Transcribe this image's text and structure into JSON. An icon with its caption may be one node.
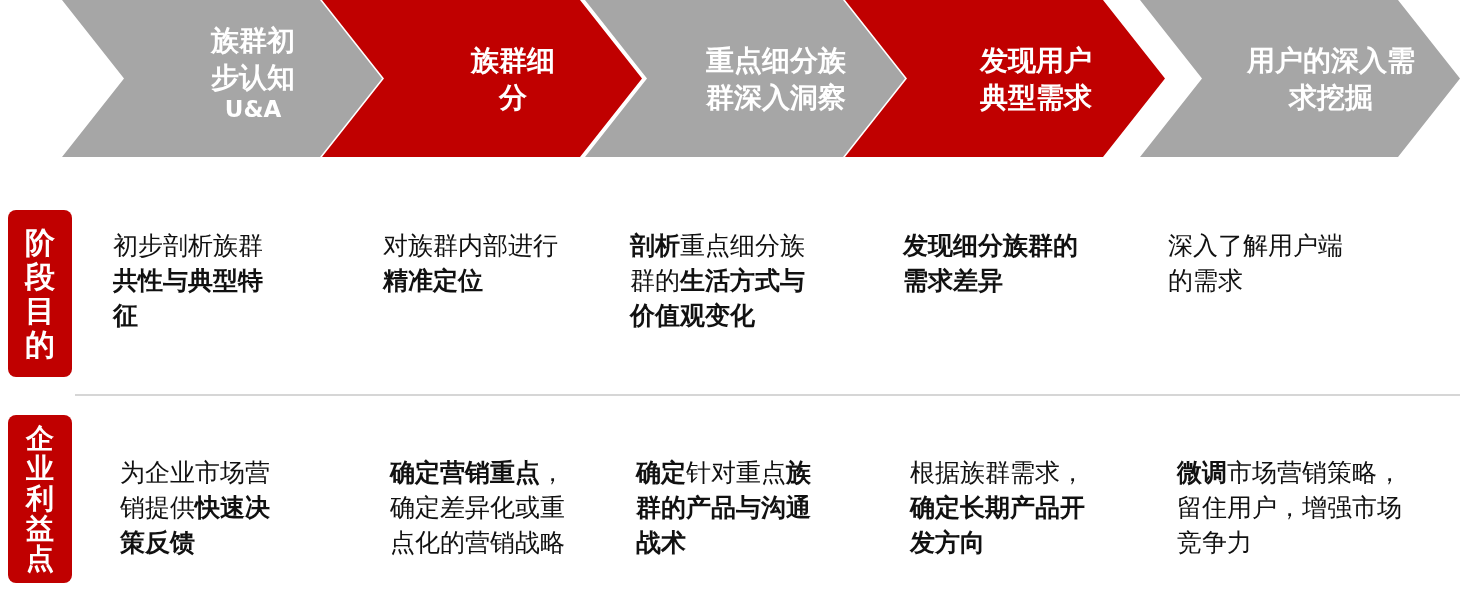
{
  "diagram": {
    "nodes": [
      {
        "text": [
          "族群初步认知",
          "U&A"
        ]
      },
      {
        "text": [
          "族群细分"
        ]
      },
      {
        "text": [
          "重点细分族群深入洞察"
        ]
      },
      {
        "text": [
          "发现用户典型需求"
        ]
      },
      {
        "text": [
          "用户的深入需求挖掘"
        ]
      },
      {
        "text": [
          "阶段目的"
        ]
      },
      {
        "text": [
          "企业利益点"
        ]
      }
    ],
    "edges": [],
    "labels": [
      "初步剖析族群**共性与典型特征**",
      "对族群内部进行**精准定位**",
      "**剖析**重点细分族群的**生活方式与价值观变化**",
      "发现细分族群的需求差异",
      "深入了解用户端的需求",
      "为企业市场营销提供**快速决策反馈**",
      "**确定营销重点**，确定差异化或重点化的营销战略",
      "**确定**针对重点**族群的产品与沟通战术**",
      "根据族群需求，**确定长期产品开发方向**",
      "**微调**市场营销策略，留住用户，增强市场竞争力"
    ]
  }
}
